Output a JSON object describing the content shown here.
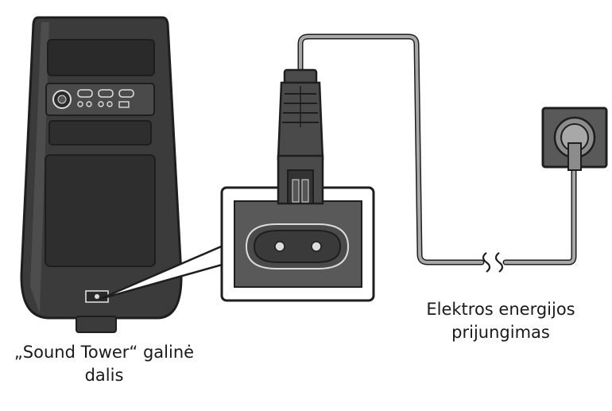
{
  "labels": {
    "speaker_back_line1": "„Sound Tower“ galinė",
    "speaker_back_line2": "dalis",
    "power_line1": "Elektros energijos",
    "power_line2": "prijungimas"
  },
  "colors": {
    "outline": "#1e1e1e",
    "speaker_body": "#3b3b3b",
    "speaker_panel": "#4a4a4a",
    "speaker_dark": "#2a2a2a",
    "cable": "#a8a8a8",
    "socket_fill": "#8c8c8c",
    "zoom_bg": "#595959",
    "background": "#ffffff"
  },
  "icons": {
    "speaker": "speaker-tower-icon",
    "plug": "power-plug-icon",
    "inlet": "power-inlet-icon",
    "outlet": "wall-outlet-icon",
    "cable_break": "cable-break-icon"
  }
}
